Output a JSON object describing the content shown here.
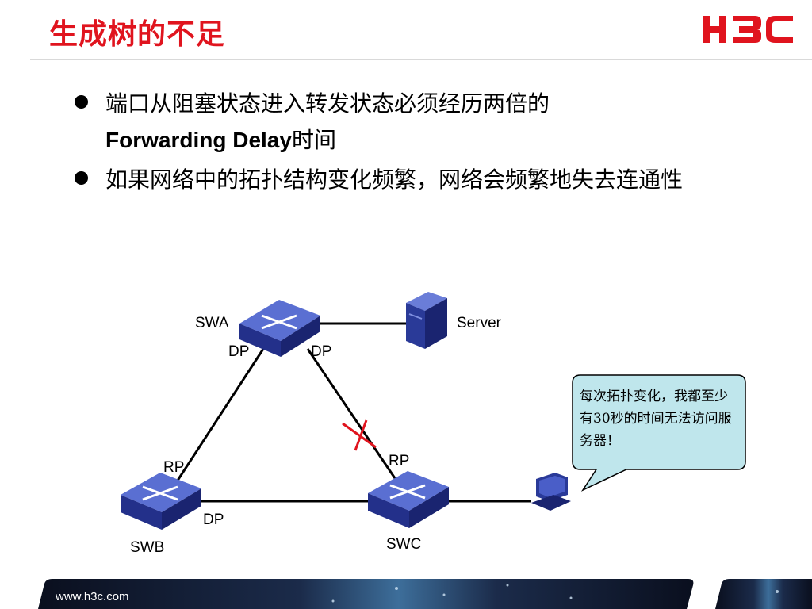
{
  "slide": {
    "title": "生成树的不足",
    "logo_text": "H3C",
    "colors": {
      "title": "#e0141e",
      "switch": "#2a3a98",
      "callout_fill": "#bfe6ec",
      "cross": "#e0141e"
    }
  },
  "bullets": [
    {
      "text_cn": "端口从阻塞状态进入转发状态必须经历两倍的",
      "text_latin": "Forwarding Delay",
      "text_tail": "时间"
    },
    {
      "text": "如果网络中的拓扑结构变化频繁，网络会频繁地失去连通性"
    }
  ],
  "diagram": {
    "devices": {
      "swa": "SWA",
      "swb": "SWB",
      "swc": "SWC",
      "server": "Server"
    },
    "ports": {
      "swa_left": "DP",
      "swa_right": "DP",
      "swb_rp": "RP",
      "swb_dp": "DP",
      "swc_rp": "RP"
    },
    "callout": "每次拓扑变化，我都至少有30秒的时间无法访问服务器！"
  },
  "footer": {
    "url": "www.h3c.com"
  }
}
